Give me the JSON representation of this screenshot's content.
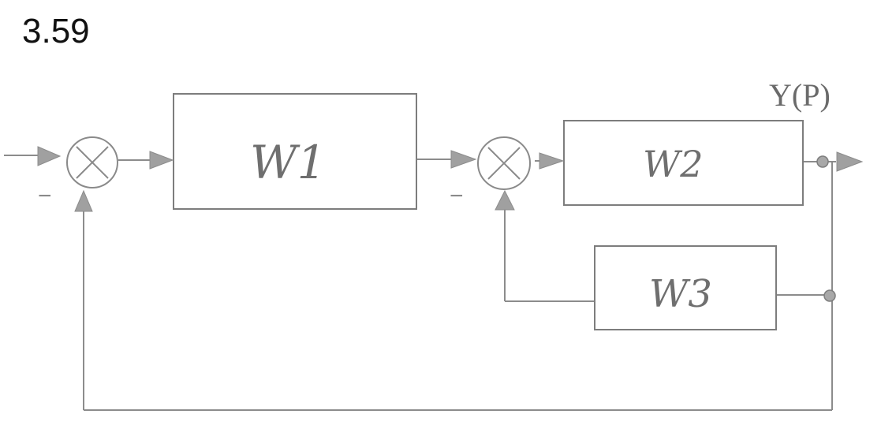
{
  "problem_number": "3.59",
  "output_signal": "Y(P)",
  "blocks": {
    "w1": "W1",
    "w2": "W2",
    "w3": "W3"
  },
  "summing_junctions": {
    "first_sign": "−",
    "second_sign": "−"
  },
  "colors": {
    "line": "#8c8c8c",
    "arrow": "#9a9a9a",
    "text": "#6a6a6a"
  }
}
